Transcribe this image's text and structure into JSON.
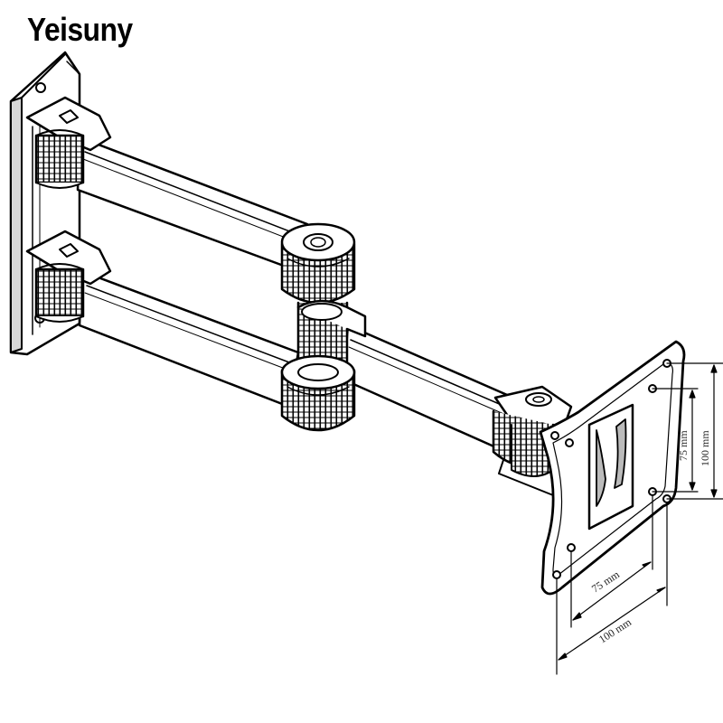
{
  "brand": {
    "name": "Yeisuny"
  },
  "dimensions": {
    "vertical_inner": "75 mm",
    "vertical_outer": "100 mm",
    "horizontal_inner": "75 mm",
    "horizontal_outer": "100 mm"
  },
  "colors": {
    "line": "#000000",
    "fill": "#ffffff",
    "shade": "#bdbdbd"
  },
  "icons": [
    "wall-plate",
    "lower-arm",
    "upper-arm",
    "elbow-knob",
    "vesa-plate"
  ]
}
